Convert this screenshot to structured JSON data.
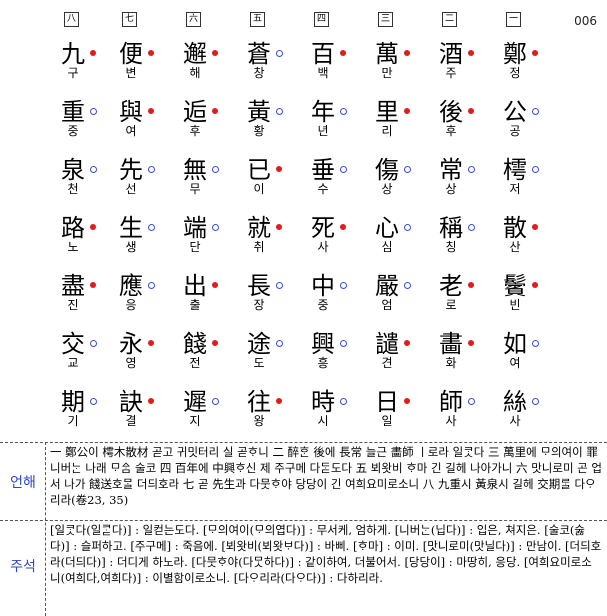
{
  "page_number": "006",
  "columns": [
    {
      "marker": "一",
      "chars": [
        {
          "han": "鄭",
          "read": "정",
          "tone": "red"
        },
        {
          "han": "公",
          "read": "공",
          "tone": "blue"
        },
        {
          "han": "樗",
          "read": "저",
          "tone": "blue"
        },
        {
          "han": "散",
          "read": "산",
          "tone": "red"
        },
        {
          "han": "鬢",
          "read": "빈",
          "tone": "red"
        },
        {
          "han": "如",
          "read": "여",
          "tone": "blue"
        },
        {
          "han": "絲",
          "read": "사",
          "tone": "blue"
        }
      ]
    },
    {
      "marker": "二",
      "chars": [
        {
          "han": "酒",
          "read": "주",
          "tone": "red"
        },
        {
          "han": "後",
          "read": "후",
          "tone": "red"
        },
        {
          "han": "常",
          "read": "상",
          "tone": "blue"
        },
        {
          "han": "稱",
          "read": "칭",
          "tone": "blue"
        },
        {
          "han": "老",
          "read": "로",
          "tone": "red"
        },
        {
          "han": "畵",
          "read": "화",
          "tone": "red"
        },
        {
          "han": "師",
          "read": "사",
          "tone": "blue"
        }
      ]
    },
    {
      "marker": "三",
      "chars": [
        {
          "han": "萬",
          "read": "만",
          "tone": "red"
        },
        {
          "han": "里",
          "read": "리",
          "tone": "red"
        },
        {
          "han": "傷",
          "read": "상",
          "tone": "blue"
        },
        {
          "han": "心",
          "read": "심",
          "tone": "blue"
        },
        {
          "han": "嚴",
          "read": "엄",
          "tone": "blue"
        },
        {
          "han": "譴",
          "read": "견",
          "tone": "red"
        },
        {
          "han": "日",
          "read": "일",
          "tone": "red"
        }
      ]
    },
    {
      "marker": "四",
      "chars": [
        {
          "han": "百",
          "read": "백",
          "tone": "red"
        },
        {
          "han": "年",
          "read": "년",
          "tone": "blue"
        },
        {
          "han": "垂",
          "read": "수",
          "tone": "blue"
        },
        {
          "han": "死",
          "read": "사",
          "tone": "red"
        },
        {
          "han": "中",
          "read": "중",
          "tone": "blue"
        },
        {
          "han": "興",
          "read": "흥",
          "tone": "blue"
        },
        {
          "han": "時",
          "read": "시",
          "tone": "blue"
        }
      ]
    },
    {
      "marker": "五",
      "chars": [
        {
          "han": "蒼",
          "read": "창",
          "tone": "blue"
        },
        {
          "han": "黃",
          "read": "황",
          "tone": "blue"
        },
        {
          "han": "已",
          "read": "이",
          "tone": "red"
        },
        {
          "han": "就",
          "read": "취",
          "tone": "red"
        },
        {
          "han": "長",
          "read": "장",
          "tone": "blue"
        },
        {
          "han": "途",
          "read": "도",
          "tone": "blue"
        },
        {
          "han": "往",
          "read": "왕",
          "tone": "red"
        }
      ]
    },
    {
      "marker": "六",
      "chars": [
        {
          "han": "邂",
          "read": "해",
          "tone": "red"
        },
        {
          "han": "逅",
          "read": "후",
          "tone": "red"
        },
        {
          "han": "無",
          "read": "무",
          "tone": "blue"
        },
        {
          "han": "端",
          "read": "단",
          "tone": "blue"
        },
        {
          "han": "出",
          "read": "출",
          "tone": "red"
        },
        {
          "han": "餞",
          "read": "전",
          "tone": "red"
        },
        {
          "han": "遲",
          "read": "지",
          "tone": "blue"
        }
      ]
    },
    {
      "marker": "七",
      "chars": [
        {
          "han": "便",
          "read": "변",
          "tone": "red"
        },
        {
          "han": "與",
          "read": "여",
          "tone": "red"
        },
        {
          "han": "先",
          "read": "선",
          "tone": "blue"
        },
        {
          "han": "生",
          "read": "생",
          "tone": "blue"
        },
        {
          "han": "應",
          "read": "응",
          "tone": "blue"
        },
        {
          "han": "永",
          "read": "영",
          "tone": "red"
        },
        {
          "han": "訣",
          "read": "결",
          "tone": "red"
        }
      ]
    },
    {
      "marker": "八",
      "chars": [
        {
          "han": "九",
          "read": "구",
          "tone": "red"
        },
        {
          "han": "重",
          "read": "중",
          "tone": "blue"
        },
        {
          "han": "泉",
          "read": "천",
          "tone": "blue"
        },
        {
          "han": "路",
          "read": "노",
          "tone": "red"
        },
        {
          "han": "盡",
          "read": "진",
          "tone": "red"
        },
        {
          "han": "交",
          "read": "교",
          "tone": "blue"
        },
        {
          "han": "期",
          "read": "기",
          "tone": "blue"
        }
      ]
    }
  ],
  "sections": {
    "eonhae": {
      "label": "언해",
      "text": "一 鄭公이 樗木散材 곧고 귀밋터리 실 곧ᄒᆞ니 二 醉ᄒᆞᆫ 後에 長常 늘근 畵師 ㅣ로라 일ᄏᆞᆺ다 三 萬里에 ᄆᆞ의여이 罪니버ᄂᆞᆫ 나래 ᄆᆞᅀᆞᆷ 술코 四 百年에 中興ᄒᆞ신 제 주구메 다ᄃᆞᆮ도다 五 뵈왓비 ᄒᆞ마 긴 길헤 나아가니 六 맛니로미 곤 업서 나가 餞送호ᄆᆞᆯ 더듸호라 七 곧 先生과 다뭇ᄒᆞ야 당당이 긴 여희요미로소니 八 九重시 黃泉시 길헤 交期ᄅᆞᆯ 다ᄋᆞ리라(卷23, 35)"
    },
    "jusuk": {
      "label": "주석",
      "text": "[일ᄏᆞᆺ다(일ᄏᆞᆮ다)] : 일컫는도다. [ᄆᆞ의여이(ᄆᆞ의엽다)] : 무서케, 엄하게. [니버ᄂᆞᆫ(닙다)] : 입은, 쳐지은. [술코(숧다)] : 슬퍼하고. [주구메] : 죽음에. [뵈왓비(뵈왓ᄇᆞ다)] : 바삐. [ᄒᆞ마] : 이미. [맛니로미(맛닐다)] : 만남이. [더듸호라(더듸다)] : 더디게 하노라. [다뭇ᄒᆞ야(다ᄆᆞᆺ하다)] : 같이하여, 더불어서. [당당이] : 마땅히, 응당. [여희요미로소니(여희다,여희다)] : 이별함이로소니. [다ᄋᆞ리라(다ᄋᆞ다)] : 다하리라."
    }
  },
  "colors": {
    "tone_red": "#e41b1b",
    "tone_blue": "#3a4fd6",
    "label": "#2b46c7"
  }
}
